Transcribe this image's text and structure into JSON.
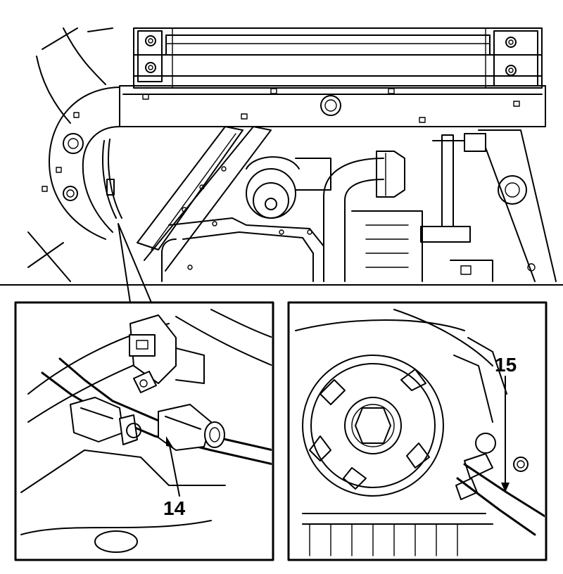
{
  "main_view": {
    "name": "engine-overview-illustration"
  },
  "inset_left": {
    "callout": "14",
    "part": "connector-callout-14"
  },
  "inset_right": {
    "callout": "15",
    "part": "connector-callout-15"
  }
}
